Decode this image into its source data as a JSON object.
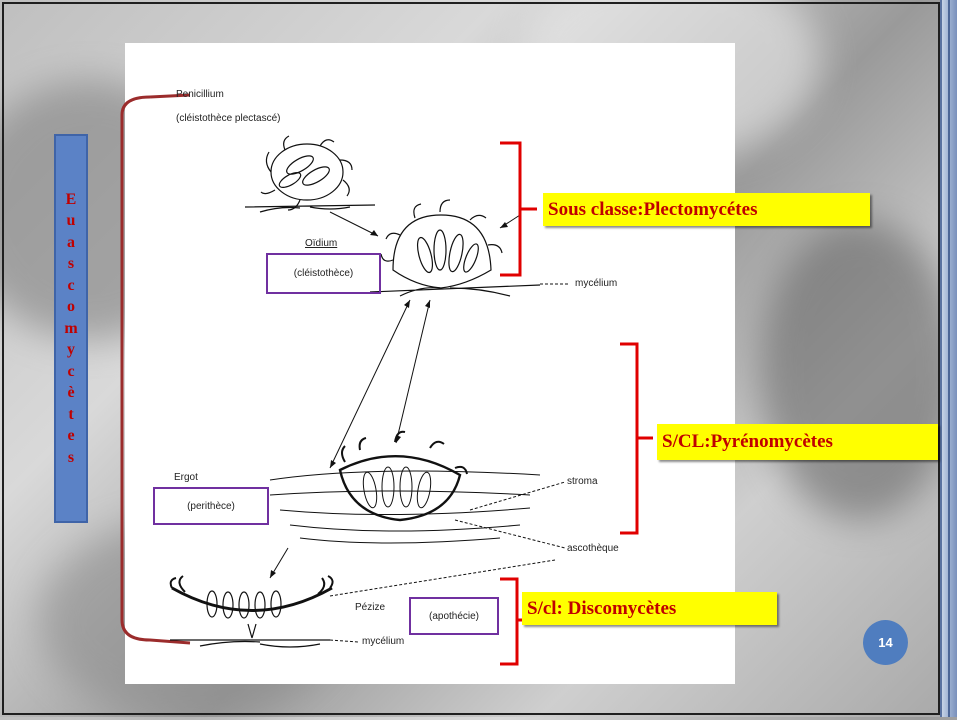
{
  "slide": {
    "page_number": "14"
  },
  "side_label": {
    "letters": [
      "E",
      "u",
      "a",
      "s",
      "c",
      "o",
      "m",
      "y",
      "c",
      "è",
      "t",
      "e",
      "s"
    ]
  },
  "figure_labels": {
    "penicillium": "Penicillium",
    "penicillium_sub": "(cléistothèce plectascé)",
    "oidium": "Oïdium",
    "oidium_sub": "(cléistothèce)",
    "mycelium_top": "mycélium",
    "ergot": "Ergot",
    "ergot_sub": "(perithèce)",
    "stroma": "stroma",
    "ascotheque": "ascothèque",
    "pezize": "Pézize",
    "pezize_sub": "(apothécie)",
    "mycelium_bottom": "mycélium"
  },
  "callouts": {
    "plectomycetes": "Sous classe:Plectomycétes",
    "pyrenomycetes": "S/CL:Pyrénomycètes",
    "discomycetes": "S/cl: Discomycètes"
  },
  "colors": {
    "bracket_red": "#e00000",
    "bracket_dark_red": "#9b2c2c",
    "box_purple": "#7030a0",
    "callout_bg": "#ffff00",
    "callout_text": "#c00000",
    "side_bg": "#5b82c6",
    "page_badge": "#4f7dbf"
  }
}
